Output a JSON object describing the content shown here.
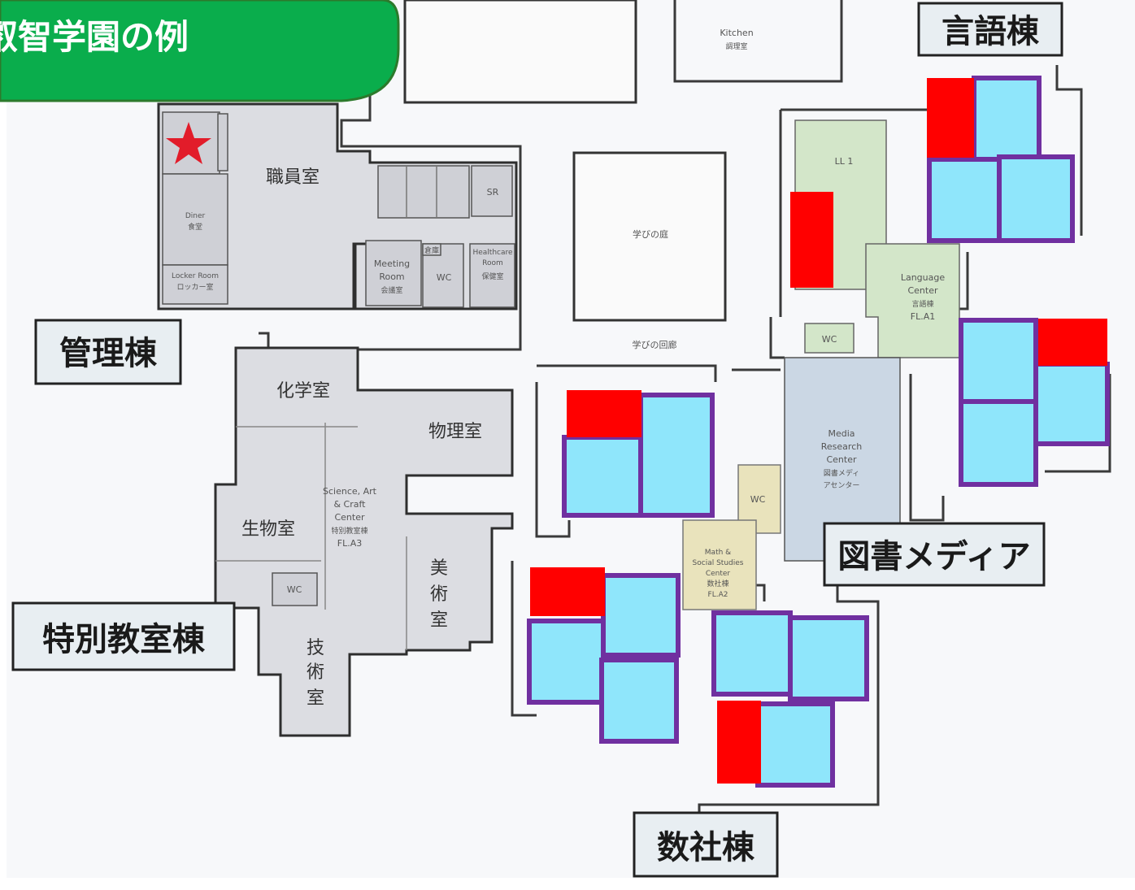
{
  "banner": {
    "title": "叡智学園の例",
    "color": "#0aad4c"
  },
  "colors": {
    "classroom": "#8fe6fb",
    "classroom_border": "#7030a0",
    "highlight": "#ff0000",
    "star": "#e21c2a"
  },
  "icons": {
    "star": "star-icon"
  },
  "building_signs": {
    "admin": "管理棟",
    "special": "特別教室棟",
    "language": "言語棟",
    "media": "図書メディア",
    "math_social": "数社棟"
  },
  "rooms": {
    "kitchen_en": "Kitchen",
    "kitchen_ja": "調理室",
    "staff_room": "職員室",
    "sr": "SR",
    "dinner_en": "Diner",
    "dinner_ja": "食堂",
    "locker_en": "Locker Room",
    "locker_ja": "ロッカー室",
    "meeting_en1": "Meeting",
    "meeting_en2": "Room",
    "meeting_ja": "会議室",
    "wc": "WC",
    "infirmary_en1": "Healthcare",
    "infirmary_en2": "Room",
    "infirmary_ja": "保健室",
    "storage": "倉庫",
    "plaza": "学びの庭",
    "corridor": "学びの回廊",
    "chemistry": "化学室",
    "physics": "物理室",
    "biology": "生物室",
    "art_v": [
      "美",
      "術",
      "室"
    ],
    "tech_v": [
      "技",
      "術",
      "室"
    ],
    "science_center": [
      "Science, Art",
      "& Craft",
      "Center",
      "特別教室棟",
      "FL.A3"
    ],
    "ll1": "LL 1",
    "language_center": [
      "Language",
      "Center",
      "言語棟",
      "FL.A1"
    ],
    "media_center": [
      "Media",
      "Research",
      "Center",
      "図書メディ",
      "アセンター"
    ],
    "math_center": [
      "Math &",
      "Social Studies",
      "Center",
      "数社棟",
      "FL.A2"
    ]
  }
}
